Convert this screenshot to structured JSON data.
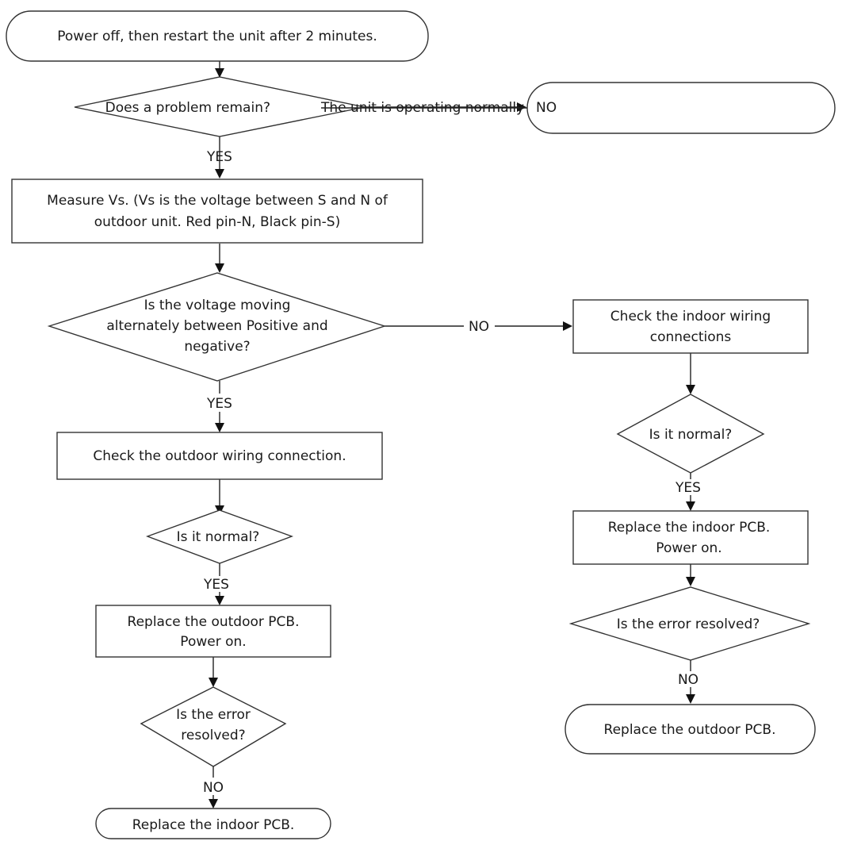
{
  "flowchart": {
    "start": {
      "text": "Power off, then restart the unit after 2 minutes."
    },
    "q_problem": {
      "text": "Does a problem remain?"
    },
    "normal": {
      "text": "The unit is operating normally"
    },
    "label_no_1": "NO",
    "label_yes_1": "YES",
    "measure": {
      "line1": "Measure Vs. (Vs is the voltage between S and N of",
      "line2": "outdoor unit. Red pin-N, Black pin-S)"
    },
    "q_voltage": {
      "line1": "Is the voltage moving",
      "line2": "alternately between Positive and",
      "line3": "negative?"
    },
    "label_no_2": "NO",
    "label_yes_2": "YES",
    "outdoor_wiring": {
      "text": "Check the outdoor wiring connection."
    },
    "q_normal_left": {
      "text": "Is it normal?"
    },
    "label_yes_3": "YES",
    "replace_outdoor_pcb": {
      "line1": "Replace the outdoor PCB.",
      "line2": "Power on."
    },
    "q_resolved_left": {
      "line1": "Is the error",
      "line2": "resolved?"
    },
    "label_no_3": "NO",
    "end_left": {
      "text": "Replace  the indoor  PCB."
    },
    "indoor_wiring": {
      "line1": "Check the indoor wiring",
      "line2": "connections"
    },
    "q_normal_right": {
      "text": "Is it normal?"
    },
    "label_yes_4": "YES",
    "replace_indoor_pcb": {
      "line1": "Replace the indoor PCB.",
      "line2": "Power on."
    },
    "q_resolved_right": {
      "text": "Is the error resolved?"
    },
    "label_no_4": "NO",
    "end_right": {
      "text": "Replace  the outdoor  PCB."
    }
  }
}
